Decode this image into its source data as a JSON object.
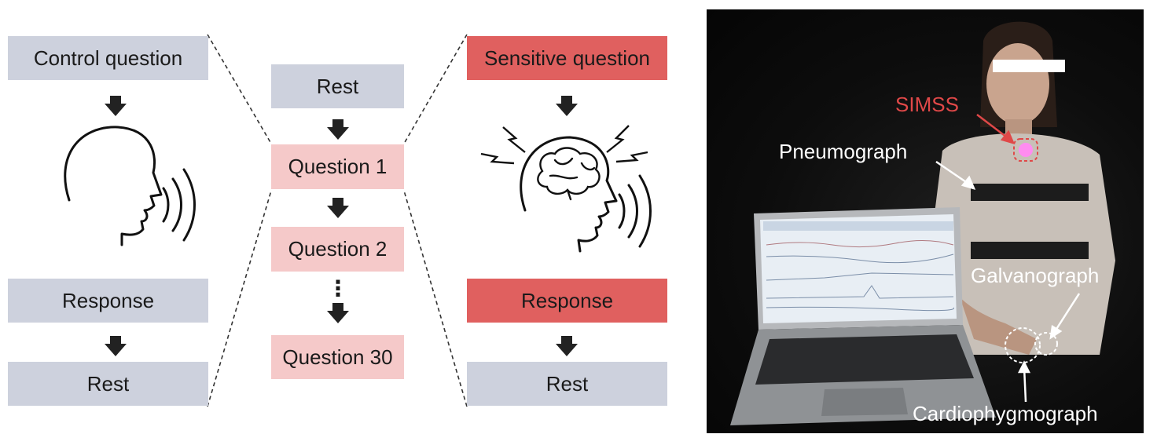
{
  "left_column": {
    "control_question": "Control question",
    "response": "Response",
    "rest": "Rest"
  },
  "middle_column": {
    "rest": "Rest",
    "questions": [
      "Question 1",
      "Question 2",
      "Question 30"
    ],
    "ellipsis": "⋮"
  },
  "right_column": {
    "sensitive_question": "Sensitive question",
    "response": "Response",
    "rest": "Rest"
  },
  "photo": {
    "labels": {
      "simss": "SIMSS",
      "pneumograph": "Pneumograph",
      "galvanograph": "Galvanograph",
      "cardiophygmograph": "Cardiophygmograph"
    }
  },
  "colors": {
    "neutral_box": "#cdd1dd",
    "question_box": "#f5c9c9",
    "sensitive_box": "#e0605f",
    "simss_label": "#e04848"
  }
}
